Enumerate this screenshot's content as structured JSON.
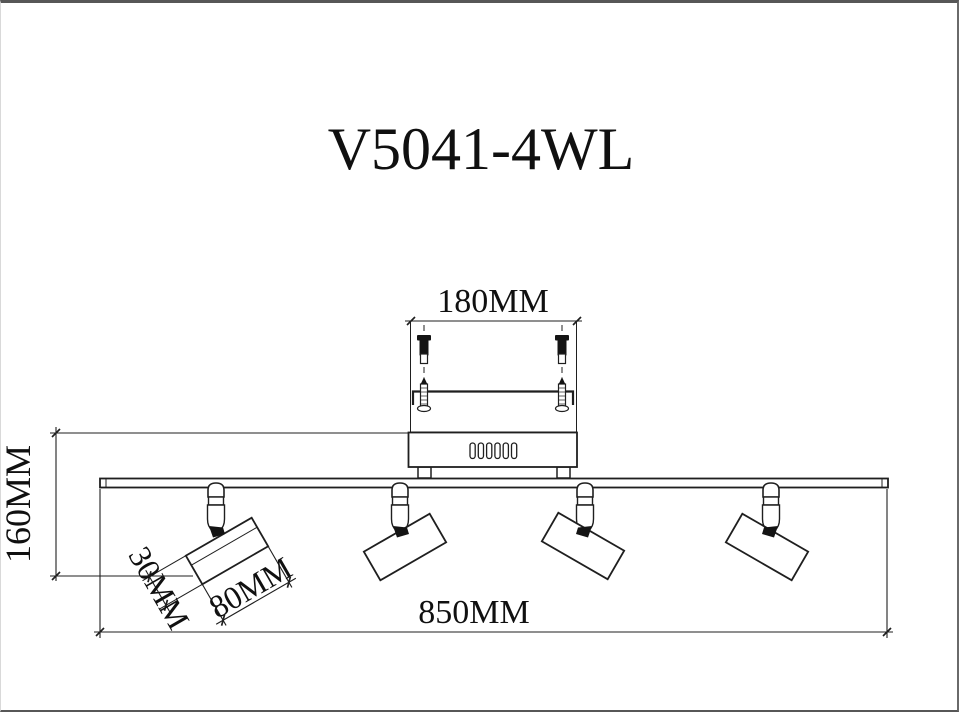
{
  "title": "V5041-4WL",
  "dimensions": {
    "mount_width": "180MM",
    "height": "160MM",
    "total_width": "850MM",
    "head_length": "80MM",
    "head_width": "30MM"
  },
  "colors": {
    "line": "#1f1f1f",
    "background": "#ffffff",
    "frame_border": "#575757",
    "joint_fill": "#141414"
  }
}
